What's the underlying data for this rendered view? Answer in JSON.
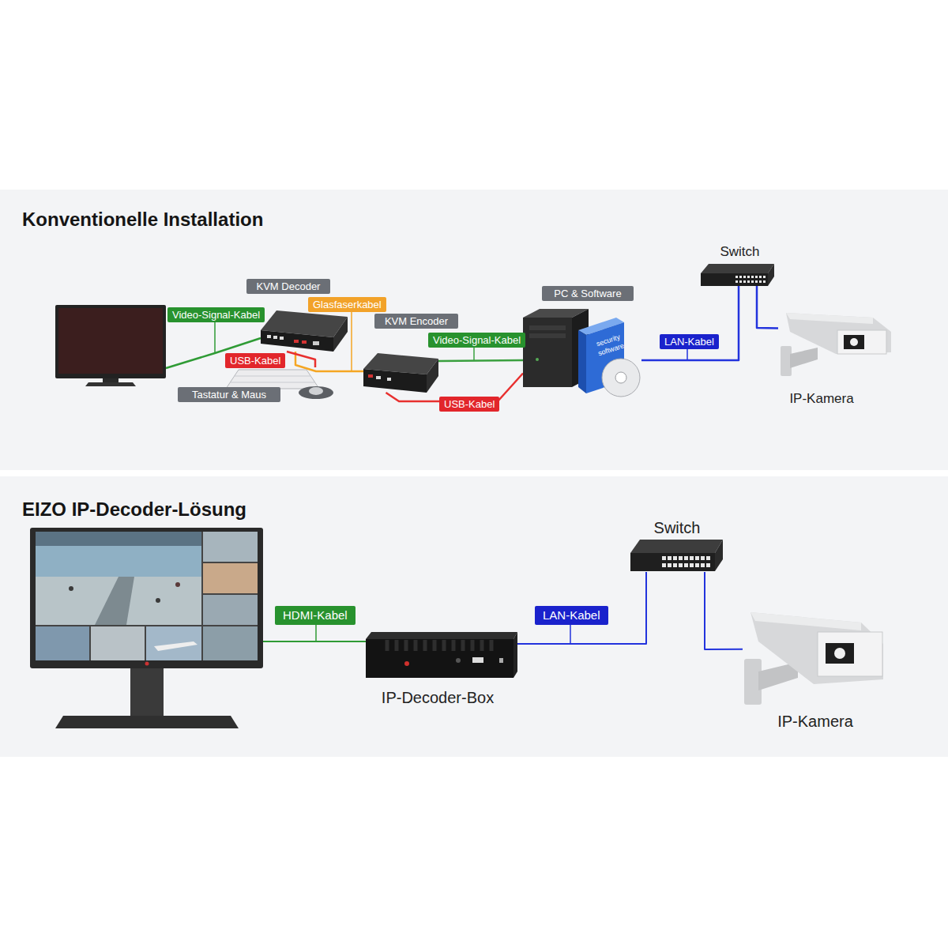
{
  "diagram": {
    "nodes": [
      {
        "text": [
          "Konventionelle Installation"
        ]
      },
      {
        "text": [
          "KVM Decoder"
        ],
        "in": 0
      },
      {
        "text": [
          "Tastatur & Maus"
        ],
        "in": 0
      },
      {
        "text": [
          "KVM Encoder"
        ],
        "in": 0
      },
      {
        "text": [
          "PC & Software"
        ],
        "in": 0
      },
      {
        "text": [
          "Switch"
        ],
        "in": 0
      },
      {
        "text": [
          "IP-Kamera"
        ],
        "in": 0
      },
      {
        "text": [
          "EIZO IP-Decoder-Lösung"
        ]
      },
      {
        "text": [
          "IP-Decoder-Box"
        ],
        "in": 7
      },
      {
        "text": [
          "Switch"
        ],
        "in": 7
      },
      {
        "text": [
          "IP-Kamera"
        ],
        "in": 7
      }
    ],
    "edges": [
      {
        "from": 1,
        "to": 3,
        "label": "Glasfaserkabel",
        "arrow": "none"
      },
      {
        "from": 3,
        "to": 4,
        "label": "Video-Signal-Kabel",
        "arrow": "none"
      },
      {
        "from": 2,
        "to": 1,
        "label": "USB-Kabel",
        "arrow": "none"
      },
      {
        "from": 3,
        "to": 4,
        "label": "USB-Kabel",
        "arrow": "none"
      },
      {
        "from": 4,
        "to": 5,
        "label": "LAN-Kabel",
        "arrow": "none"
      },
      {
        "from": 5,
        "to": 6,
        "arrow": "none"
      },
      {
        "from": 8,
        "to": 9,
        "label": "LAN-Kabel",
        "arrow": "none"
      },
      {
        "from": 9,
        "to": 10,
        "arrow": "none"
      }
    ],
    "labels": [
      "Video-Signal-Kabel",
      "security software",
      "HDMI-Kabel"
    ]
  }
}
